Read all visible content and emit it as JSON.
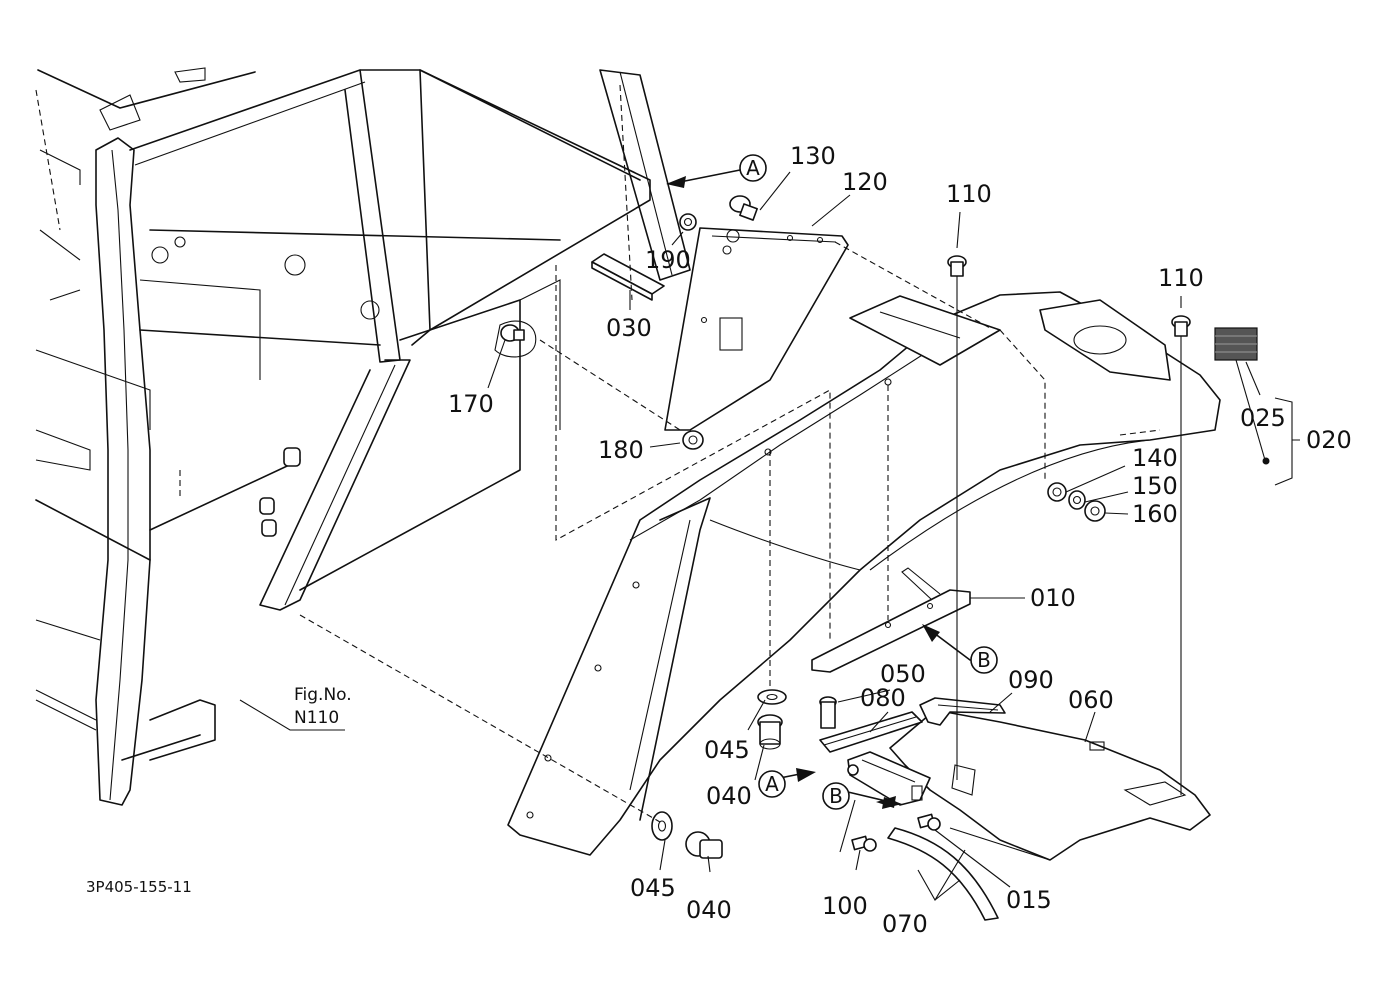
{
  "callouts": [
    {
      "id": "010",
      "text": "010"
    },
    {
      "id": "015",
      "text": "015"
    },
    {
      "id": "020",
      "text": "020"
    },
    {
      "id": "025",
      "text": "025"
    },
    {
      "id": "030",
      "text": "030"
    },
    {
      "id": "040a",
      "text": "040"
    },
    {
      "id": "040b",
      "text": "040"
    },
    {
      "id": "045a",
      "text": "045"
    },
    {
      "id": "045b",
      "text": "045"
    },
    {
      "id": "050",
      "text": "050"
    },
    {
      "id": "060",
      "text": "060"
    },
    {
      "id": "070",
      "text": "070"
    },
    {
      "id": "080",
      "text": "080"
    },
    {
      "id": "090",
      "text": "090"
    },
    {
      "id": "100",
      "text": "100"
    },
    {
      "id": "110a",
      "text": "110"
    },
    {
      "id": "110b",
      "text": "110"
    },
    {
      "id": "120",
      "text": "120"
    },
    {
      "id": "130",
      "text": "130"
    },
    {
      "id": "140",
      "text": "140"
    },
    {
      "id": "150",
      "text": "150"
    },
    {
      "id": "160",
      "text": "160"
    },
    {
      "id": "170",
      "text": "170"
    },
    {
      "id": "180",
      "text": "180"
    },
    {
      "id": "190",
      "text": "190"
    }
  ],
  "references": {
    "a_top": "A",
    "a_bottom": "A",
    "b_top": "B",
    "b_bottom": "B"
  },
  "figure_ref": {
    "line1": "Fig.No.",
    "line2": "N110"
  },
  "drawing_id": "3P405-155-11"
}
